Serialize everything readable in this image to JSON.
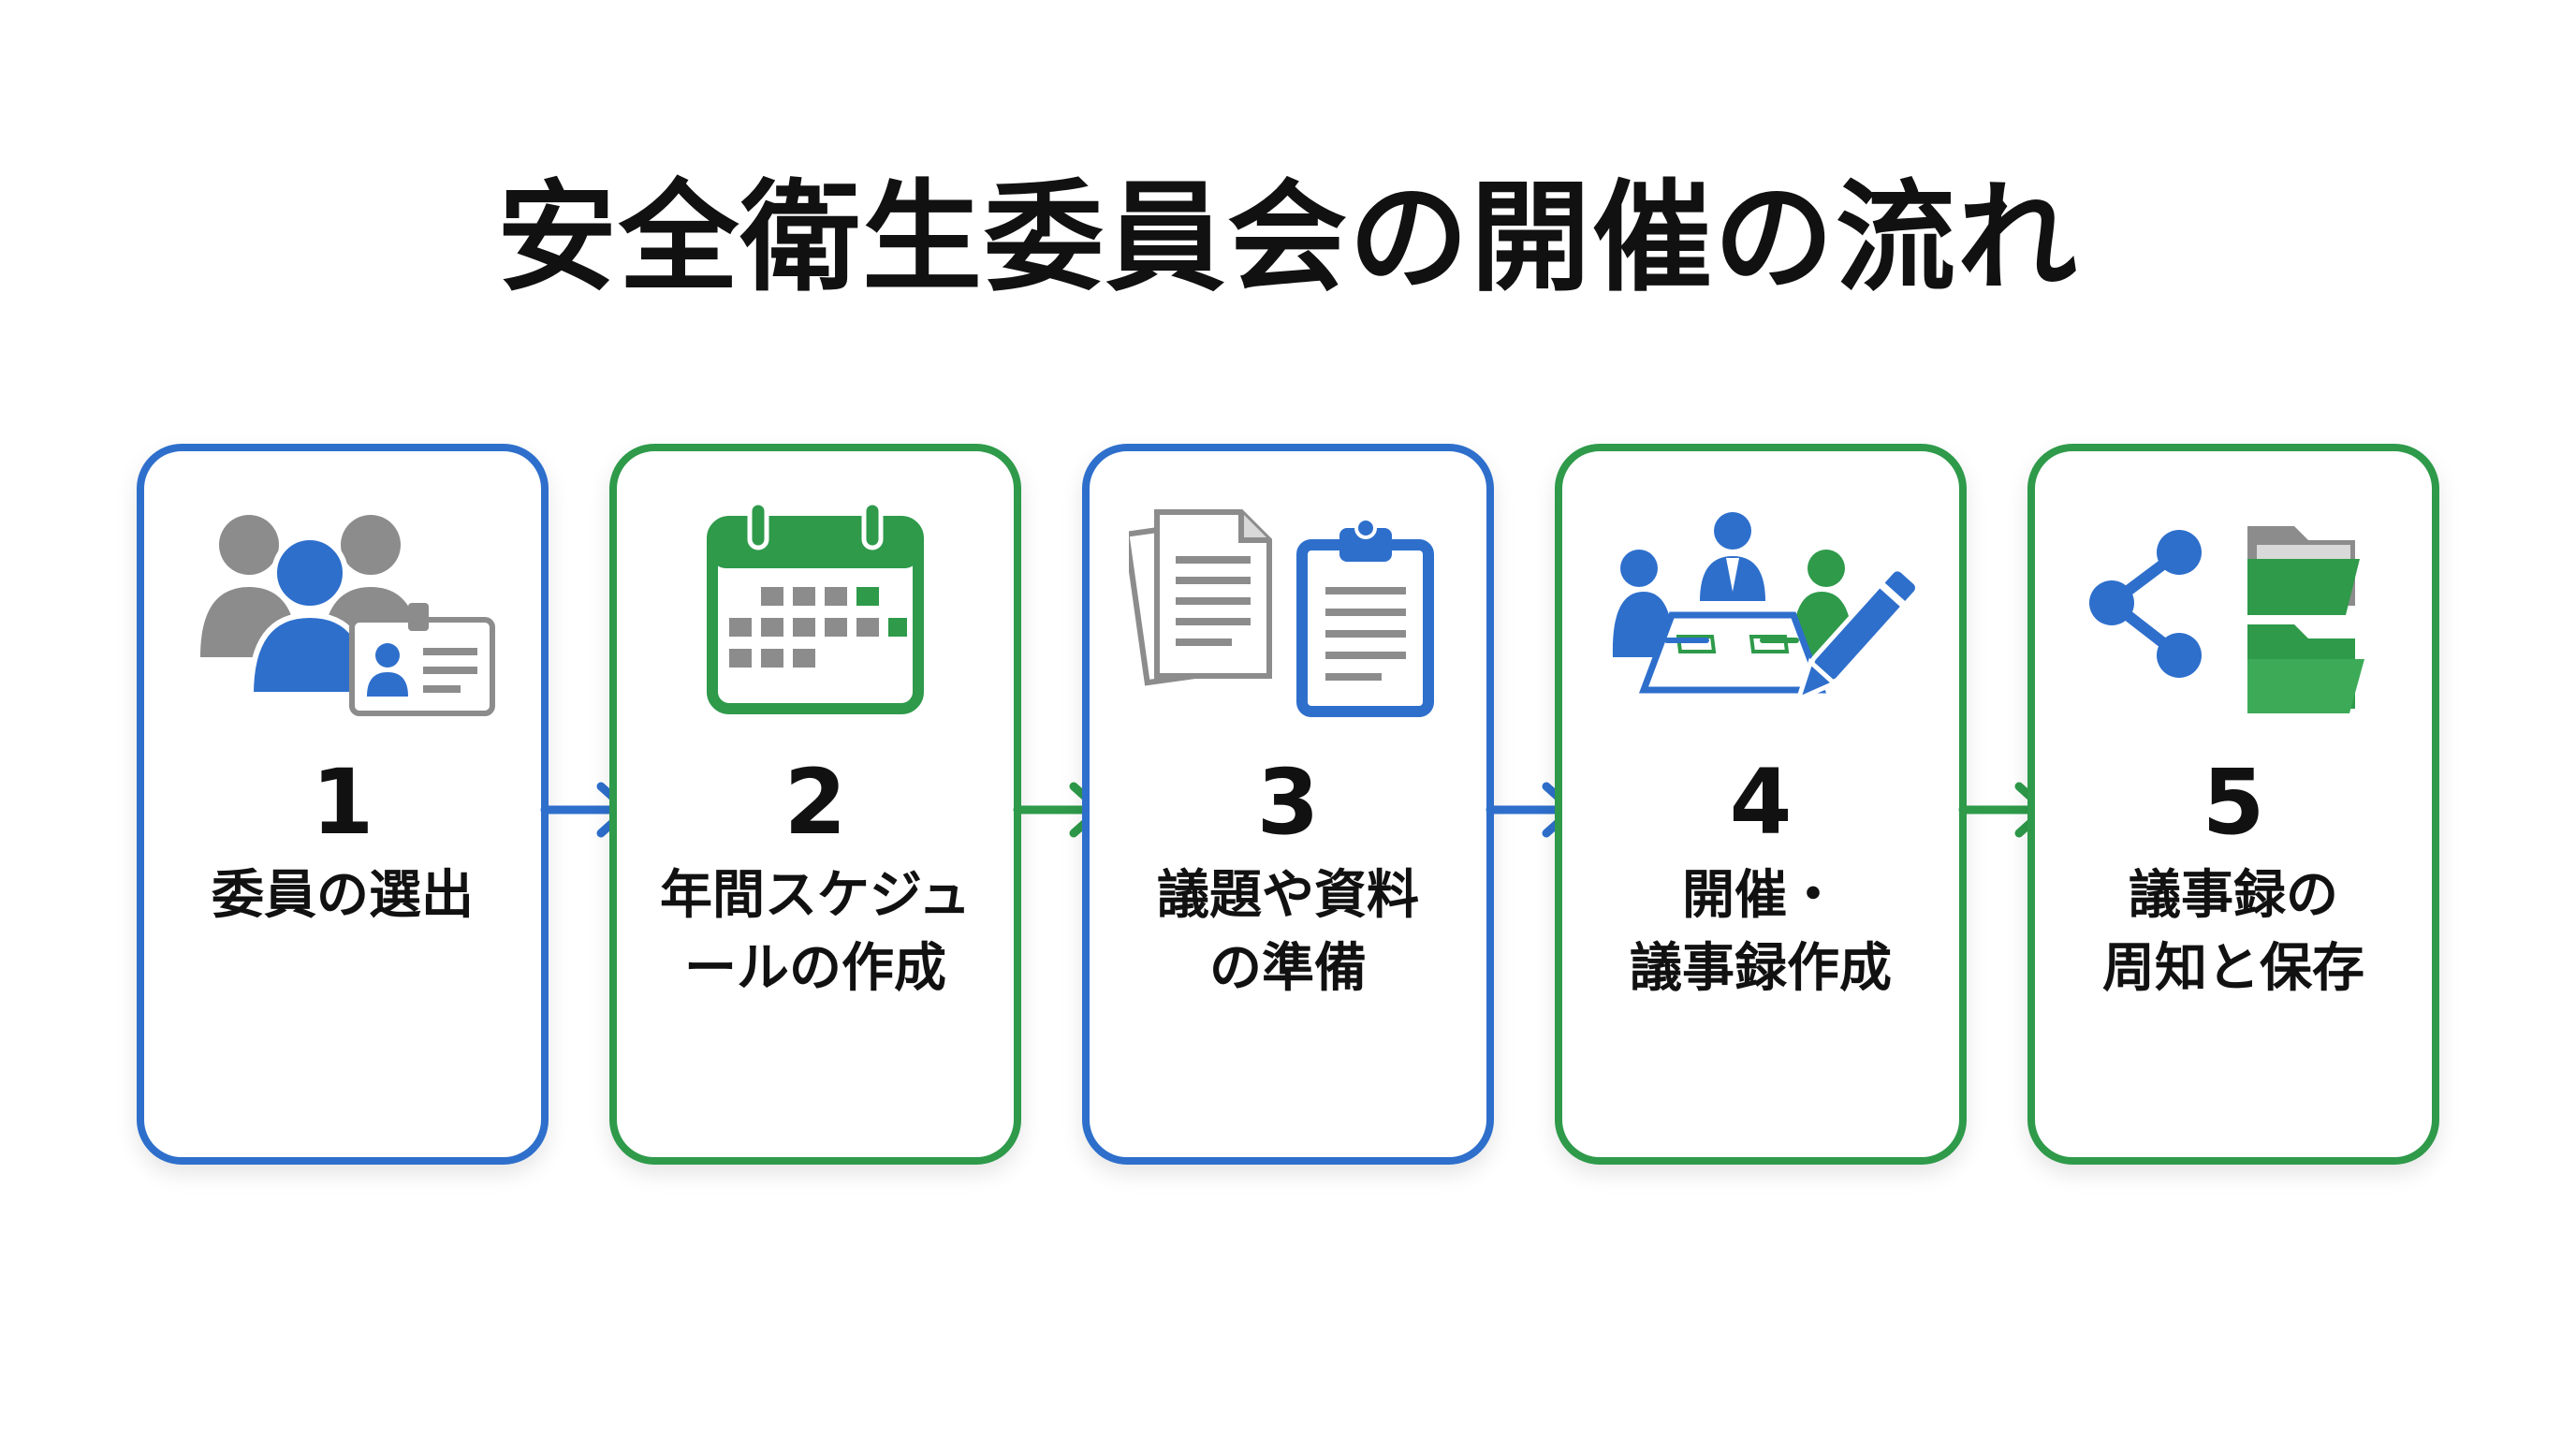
{
  "title": "安全衛生委員会の開催の流れ",
  "colors": {
    "blue": "#2E6FCC",
    "green": "#2E9A4A",
    "gray": "#8C8C8C"
  },
  "steps": [
    {
      "number": "1",
      "label_lines": [
        "委員の選出"
      ],
      "icon": "committee-members-icon",
      "color": "blue"
    },
    {
      "number": "2",
      "label_lines": [
        "年間スケジュ",
        "ールの作成"
      ],
      "icon": "calendar-icon",
      "color": "green"
    },
    {
      "number": "3",
      "label_lines": [
        "議題や資料",
        "の準備"
      ],
      "icon": "documents-clipboard-icon",
      "color": "blue"
    },
    {
      "number": "4",
      "label_lines": [
        "開催・",
        "議事録作成"
      ],
      "icon": "meeting-pen-icon",
      "color": "green"
    },
    {
      "number": "5",
      "label_lines": [
        "議事録の",
        "周知と保存"
      ],
      "icon": "share-folders-icon",
      "color": "green"
    }
  ],
  "connectors": [
    {
      "icon": "arrow-right-icon",
      "color": "blue"
    },
    {
      "icon": "arrow-right-icon",
      "color": "green"
    },
    {
      "icon": "arrow-right-icon",
      "color": "blue"
    },
    {
      "icon": "arrow-right-icon",
      "color": "green"
    }
  ]
}
